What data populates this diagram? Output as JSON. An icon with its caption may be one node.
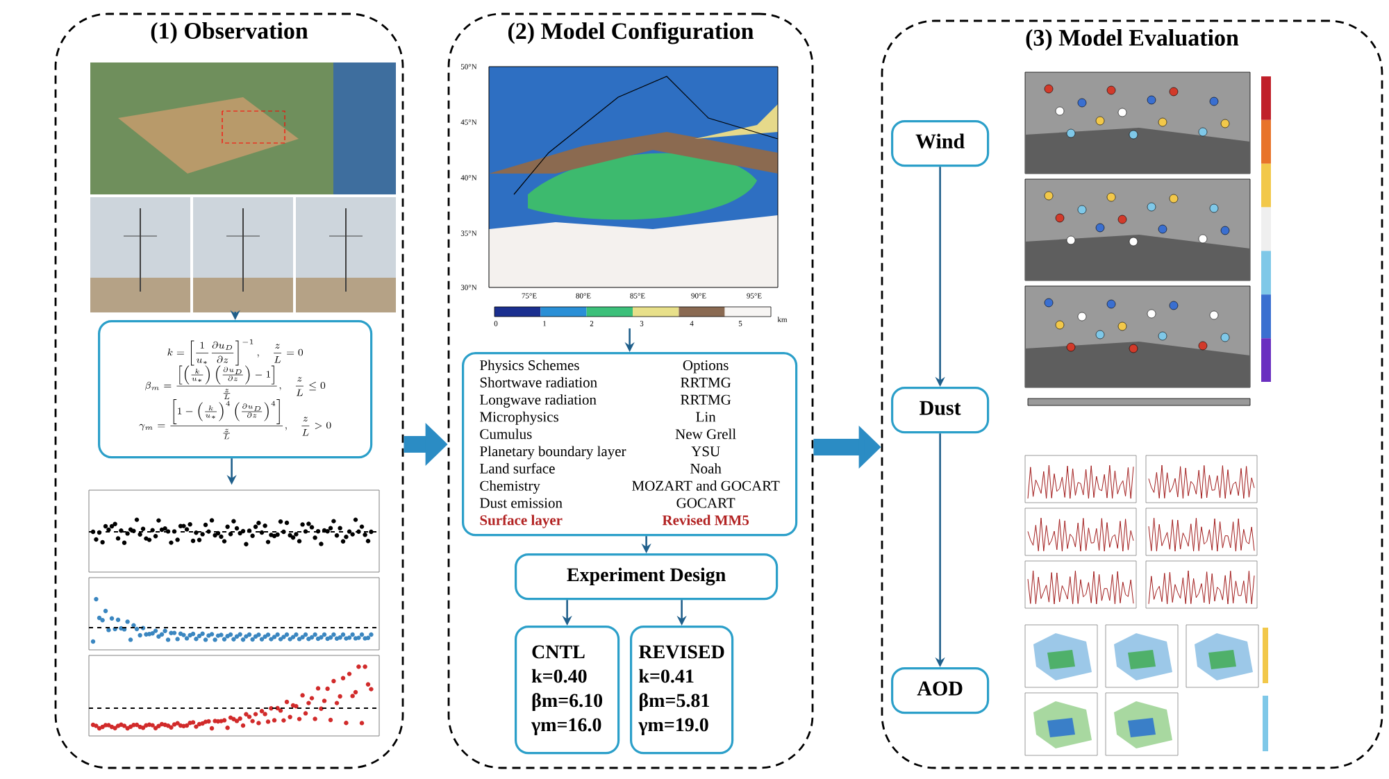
{
  "diagram": {
    "nodes": [
      {
        "text": [
          "(1) Observation"
        ]
      },
      {
        "text": [
          "(2) Model Configuration"
        ]
      },
      {
        "text": [
          "(3) Model Evaluation"
        ]
      },
      {
        "text": [],
        "shape": "picture",
        "in": 0
      },
      {
        "text": [
          "k=\\left[\\frac{1}{u_*}\\frac{\\partial u_D}{\\partial z}\\right]^{-1},\\quad \\frac{z}{L}=0",
          "\\beta_m=\\frac{\\left[\\left(\\frac{k}{u_*}\\right)\\left(\\frac{\\partial u_D}{\\partial z}\\right)-1\\right]}{\\frac{z}{L}},\\quad \\frac{z}{L}\\le 0",
          "\\gamma_m=\\frac{\\left[1-\\left(\\frac{k}{u_*}\\right)^{4}\\left(\\frac{\\partial u_D}{\\partial z}\\right)^{4}\\right]}{\\frac{z}{L}},\\quad \\frac{z}{L}>0"
        ],
        "in": 0
      },
      {
        "text": [],
        "shape": "picture",
        "in": 0
      },
      {
        "text": [],
        "shape": "picture",
        "in": 1
      },
      {
        "text": [
          "Physics Schemes",
          "Options",
          "Shortwave radiation",
          "RRTMG",
          "Longwave radiation",
          "RRTMG",
          "Microphysics",
          "Lin",
          "Cumulus",
          "New Grell",
          "Planetary boundary layer",
          "YSU",
          "Land surface",
          "Noah",
          "Chemistry",
          "MOZART and GOCART",
          "Dust emission",
          "GOCART",
          "Surface layer",
          "Revised MM5"
        ],
        "in": 1
      },
      {
        "text": [
          "Experiment Design"
        ],
        "in": 1
      },
      {
        "text": [
          "CNTL",
          "k=0.40",
          "βm=6.10",
          "γm=16.0"
        ],
        "in": 1
      },
      {
        "text": [
          "REVISED",
          "k=0.41",
          "βm=5.81",
          "γm=19.0"
        ],
        "in": 1
      },
      {
        "text": [
          "Wind"
        ],
        "in": 2
      },
      {
        "text": [],
        "shape": "picture",
        "in": 2
      },
      {
        "text": [
          "Dust"
        ],
        "in": 2
      },
      {
        "text": [],
        "shape": "picture",
        "in": 2
      },
      {
        "text": [
          "AOD"
        ],
        "in": 2
      },
      {
        "text": [],
        "shape": "picture",
        "in": 2
      }
    ],
    "edges": [
      {
        "from": 0,
        "to": 1,
        "arrow": "to",
        "style": "thick",
        "color": "#2b8cc4"
      },
      {
        "from": 1,
        "to": 2,
        "arrow": "to",
        "style": "thick",
        "color": "#2b8cc4"
      },
      {
        "from": 3,
        "to": 4,
        "arrow": "to"
      },
      {
        "from": 4,
        "to": 5,
        "arrow": "to"
      },
      {
        "from": 6,
        "to": 7,
        "arrow": "to"
      },
      {
        "from": 7,
        "to": 8,
        "arrow": "to"
      },
      {
        "from": 8,
        "to": 9,
        "arrow": "to"
      },
      {
        "from": 8,
        "to": 10,
        "arrow": "to"
      },
      {
        "from": 11,
        "to": 13,
        "arrow": "to"
      },
      {
        "from": 13,
        "to": 15,
        "arrow": "to"
      }
    ],
    "labels": [
      "50°N",
      "45°N",
      "40°N",
      "35°N",
      "30°N",
      "75°E",
      "80°E",
      "85°E",
      "90°E",
      "95°E",
      "0",
      "1",
      "2",
      "3",
      "4",
      "5",
      "km"
    ]
  }
}
